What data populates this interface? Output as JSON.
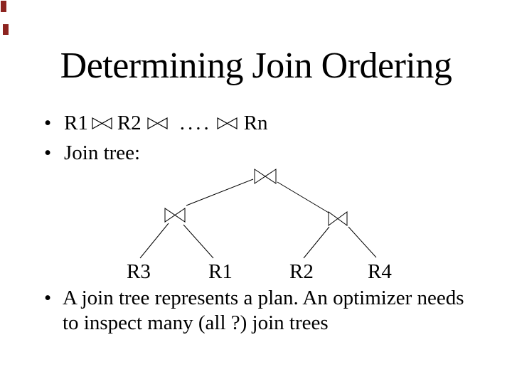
{
  "slide": {
    "title": "Determining Join Ordering",
    "bullet_char": "•",
    "bullet1": {
      "r1": "R1",
      "r2": "R2",
      "dots": "....",
      "rn": "Rn",
      "join_symbol_name": "bowtie-join-operator"
    },
    "bullet2": "Join tree:",
    "tree": {
      "description": "binary join tree with three bowtie join nodes",
      "leaf1": "R3",
      "leaf2": "R1",
      "leaf3": "R2",
      "leaf4": "R4"
    },
    "bullet3": {
      "line1": "A join tree represents a plan. An optimizer needs",
      "line2": "to inspect many (all ?) join trees"
    },
    "colors": {
      "background": "#ffffff",
      "text": "#000000",
      "edge_mark": "#8d2420"
    }
  }
}
